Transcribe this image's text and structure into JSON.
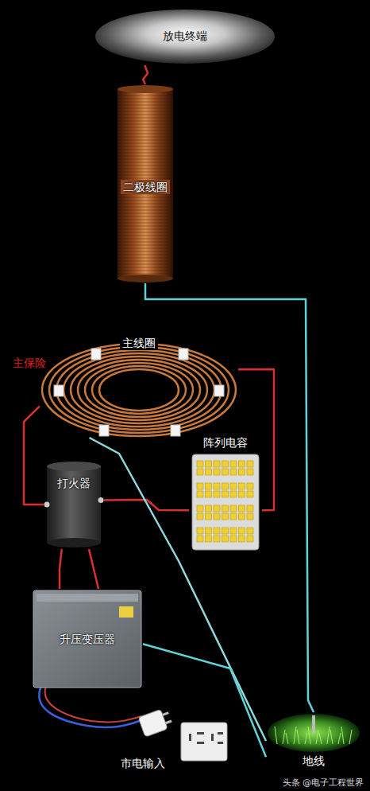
{
  "diagram": {
    "nodes": [
      {
        "text": [
          "放电终端"
        ]
      },
      {
        "text": [
          "二极线圈"
        ]
      },
      {
        "text": [
          "主线圈"
        ]
      },
      {
        "text": [
          "阵列电容"
        ]
      },
      {
        "text": [
          "打火器"
        ]
      },
      {
        "text": [
          "升压变压器"
        ]
      },
      {
        "text": [
          "地线"
        ]
      }
    ],
    "edges": [
      {
        "from": 0,
        "to": 1,
        "arrow": "none"
      },
      {
        "from": 1,
        "to": 6,
        "arrow": "none"
      },
      {
        "from": 2,
        "to": 4,
        "arrow": "none"
      },
      {
        "from": 2,
        "to": 3,
        "arrow": "none"
      },
      {
        "from": 4,
        "to": 3,
        "arrow": "none"
      },
      {
        "from": 5,
        "to": 4,
        "arrow": "none"
      },
      {
        "from": 5,
        "to": 4,
        "arrow": "none"
      },
      {
        "from": 2,
        "to": 6,
        "arrow": "none"
      },
      {
        "from": 5,
        "to": 6,
        "arrow": "none"
      }
    ],
    "labels": [
      "主保险",
      "市电输入",
      "头条 @电子工程世界"
    ]
  }
}
